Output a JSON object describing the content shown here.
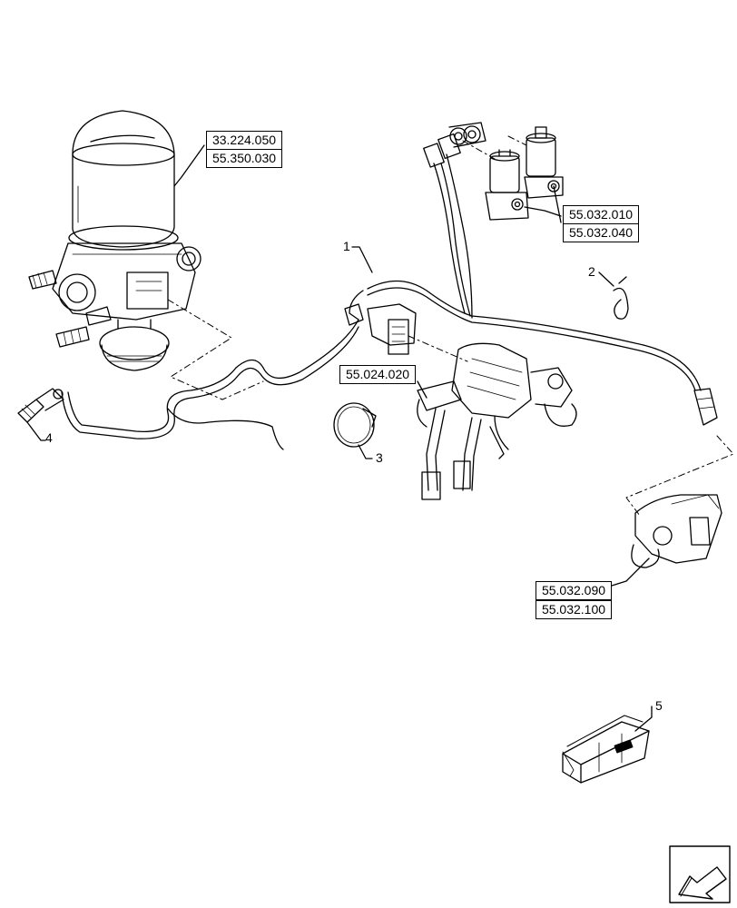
{
  "references": {
    "air_dryer_ref_1": "33.224.050",
    "air_dryer_ref_2": "55.350.030",
    "valve_ref_1": "55.032.010",
    "valve_ref_2": "55.032.040",
    "sensor_ref": "55.024.020",
    "trailer_ref_1": "55.032.090",
    "trailer_ref_2": "55.032.100"
  },
  "callouts": {
    "item_1": "1",
    "item_2": "2",
    "item_3": "3",
    "item_4": "4",
    "item_5": "5"
  },
  "icons": {
    "navigation": "arrow-left-down-icon"
  }
}
